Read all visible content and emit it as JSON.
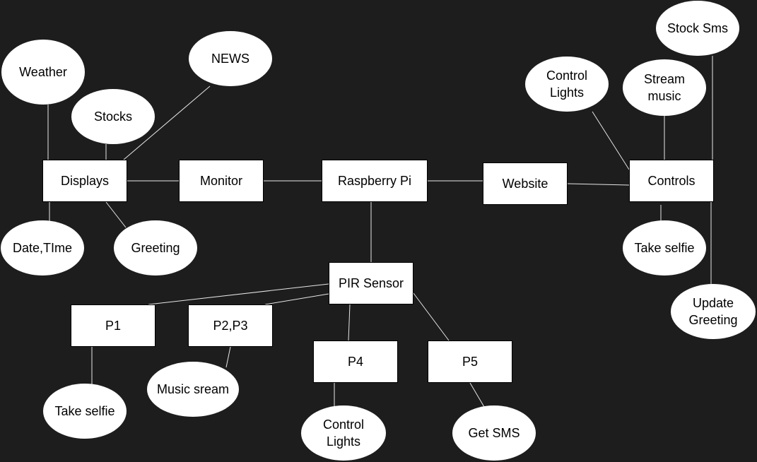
{
  "diagram": {
    "nodes": [
      {
        "id": "weather",
        "label": "Weather",
        "shape": "ellipse"
      },
      {
        "id": "stocks",
        "label": "Stocks",
        "shape": "ellipse"
      },
      {
        "id": "news",
        "label": "NEWS",
        "shape": "ellipse"
      },
      {
        "id": "displays",
        "label": "Displays",
        "shape": "rect"
      },
      {
        "id": "date-time",
        "label": "Date,TIme",
        "shape": "ellipse"
      },
      {
        "id": "greeting",
        "label": "Greeting",
        "shape": "ellipse"
      },
      {
        "id": "monitor",
        "label": "Monitor",
        "shape": "rect"
      },
      {
        "id": "raspberry-pi",
        "label": "Raspberry Pi",
        "shape": "rect"
      },
      {
        "id": "website",
        "label": "Website",
        "shape": "rect"
      },
      {
        "id": "controls",
        "label": "Controls",
        "shape": "rect"
      },
      {
        "id": "control-lights-top",
        "label": "Control\nLights",
        "shape": "ellipse"
      },
      {
        "id": "stream-music",
        "label": "Stream\nmusic",
        "shape": "ellipse"
      },
      {
        "id": "stock-sms",
        "label": "Stock Sms",
        "shape": "ellipse"
      },
      {
        "id": "take-selfie-right",
        "label": "Take selfie",
        "shape": "ellipse"
      },
      {
        "id": "update-greeting",
        "label": "Update\nGreeting",
        "shape": "ellipse"
      },
      {
        "id": "pir-sensor",
        "label": "PIR Sensor",
        "shape": "rect"
      },
      {
        "id": "p1",
        "label": "P1",
        "shape": "rect"
      },
      {
        "id": "p2p3",
        "label": "P2,P3",
        "shape": "rect"
      },
      {
        "id": "p4",
        "label": "P4",
        "shape": "rect"
      },
      {
        "id": "p5",
        "label": "P5",
        "shape": "rect"
      },
      {
        "id": "take-selfie-left",
        "label": "Take selfie",
        "shape": "ellipse"
      },
      {
        "id": "music-stream",
        "label": "Music sream",
        "shape": "ellipse"
      },
      {
        "id": "control-lights-bottom",
        "label": "Control\nLights",
        "shape": "ellipse"
      },
      {
        "id": "get-sms",
        "label": "Get SMS",
        "shape": "ellipse"
      }
    ],
    "edges": [
      {
        "from": "weather",
        "to": "displays"
      },
      {
        "from": "stocks",
        "to": "displays"
      },
      {
        "from": "news",
        "to": "displays"
      },
      {
        "from": "date-time",
        "to": "displays"
      },
      {
        "from": "greeting",
        "to": "displays"
      },
      {
        "from": "displays",
        "to": "monitor"
      },
      {
        "from": "monitor",
        "to": "raspberry-pi"
      },
      {
        "from": "raspberry-pi",
        "to": "website"
      },
      {
        "from": "website",
        "to": "controls"
      },
      {
        "from": "control-lights-top",
        "to": "controls"
      },
      {
        "from": "stream-music",
        "to": "controls"
      },
      {
        "from": "stock-sms",
        "to": "controls"
      },
      {
        "from": "take-selfie-right",
        "to": "controls"
      },
      {
        "from": "update-greeting",
        "to": "controls"
      },
      {
        "from": "raspberry-pi",
        "to": "pir-sensor"
      },
      {
        "from": "pir-sensor",
        "to": "p1"
      },
      {
        "from": "pir-sensor",
        "to": "p2p3"
      },
      {
        "from": "pir-sensor",
        "to": "p4"
      },
      {
        "from": "pir-sensor",
        "to": "p5"
      },
      {
        "from": "p1",
        "to": "take-selfie-left"
      },
      {
        "from": "p2p3",
        "to": "music-stream"
      },
      {
        "from": "p4",
        "to": "control-lights-bottom"
      },
      {
        "from": "p5",
        "to": "get-sms"
      }
    ],
    "colors": {
      "background": "#1d1d1d",
      "node_fill": "#ffffff",
      "node_text": "#000000",
      "edge": "#e6e6e6"
    }
  }
}
